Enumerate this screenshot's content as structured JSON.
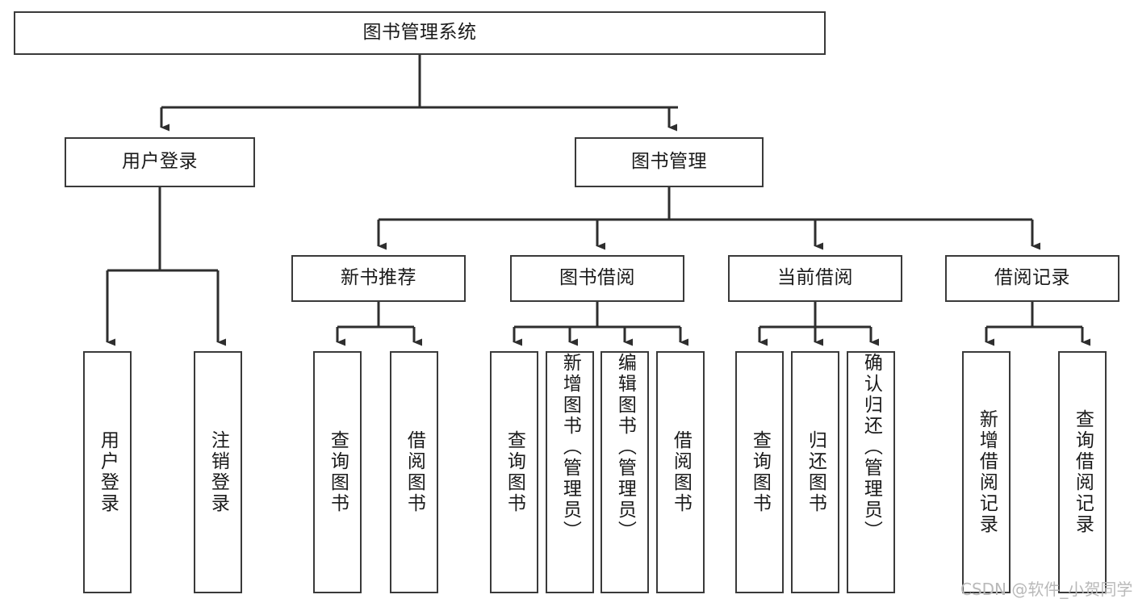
{
  "diagram": {
    "title": "图书管理系统",
    "type": "tree",
    "root": {
      "id": "root",
      "label": "图书管理系统"
    },
    "level2": [
      {
        "id": "user-login",
        "label": "用户登录"
      },
      {
        "id": "book-manage",
        "label": "图书管理"
      }
    ],
    "level3": [
      {
        "id": "new-book-recommend",
        "label": "新书推荐",
        "parent": "book-manage"
      },
      {
        "id": "book-borrow",
        "label": "图书借阅",
        "parent": "book-manage"
      },
      {
        "id": "current-borrow",
        "label": "当前借阅",
        "parent": "book-manage"
      },
      {
        "id": "borrow-record",
        "label": "借阅记录",
        "parent": "book-manage"
      }
    ],
    "leaves": [
      {
        "id": "leaf-user-login",
        "label": "用户登录",
        "parent": "user-login"
      },
      {
        "id": "leaf-user-logout",
        "label": "注销登录",
        "parent": "user-login"
      },
      {
        "id": "leaf-query-book-1",
        "label": "查询图书",
        "parent": "new-book-recommend"
      },
      {
        "id": "leaf-borrow-book-1",
        "label": "借阅图书",
        "parent": "new-book-recommend"
      },
      {
        "id": "leaf-query-book-2",
        "label": "查询图书",
        "parent": "book-borrow"
      },
      {
        "id": "leaf-add-book",
        "label": "新增图书（管理员）",
        "parent": "book-borrow"
      },
      {
        "id": "leaf-edit-book",
        "label": "编辑图书（管理员）",
        "parent": "book-borrow"
      },
      {
        "id": "leaf-borrow-book-2",
        "label": "借阅图书",
        "parent": "book-borrow"
      },
      {
        "id": "leaf-query-book-3",
        "label": "查询图书",
        "parent": "current-borrow"
      },
      {
        "id": "leaf-return-book",
        "label": "归还图书",
        "parent": "current-borrow"
      },
      {
        "id": "leaf-confirm-return",
        "label": "确认归还（管理员）",
        "parent": "current-borrow"
      },
      {
        "id": "leaf-add-record",
        "label": "新增借阅记录",
        "parent": "borrow-record"
      },
      {
        "id": "leaf-query-record",
        "label": "查询借阅记录",
        "parent": "borrow-record"
      }
    ],
    "colors": {
      "border": "#3a3a3a",
      "background": "#ffffff",
      "text": "#1a1a1a",
      "watermark": "#b9b9b9"
    }
  },
  "watermark": {
    "text": "CSDN @软件_小贺同学"
  }
}
